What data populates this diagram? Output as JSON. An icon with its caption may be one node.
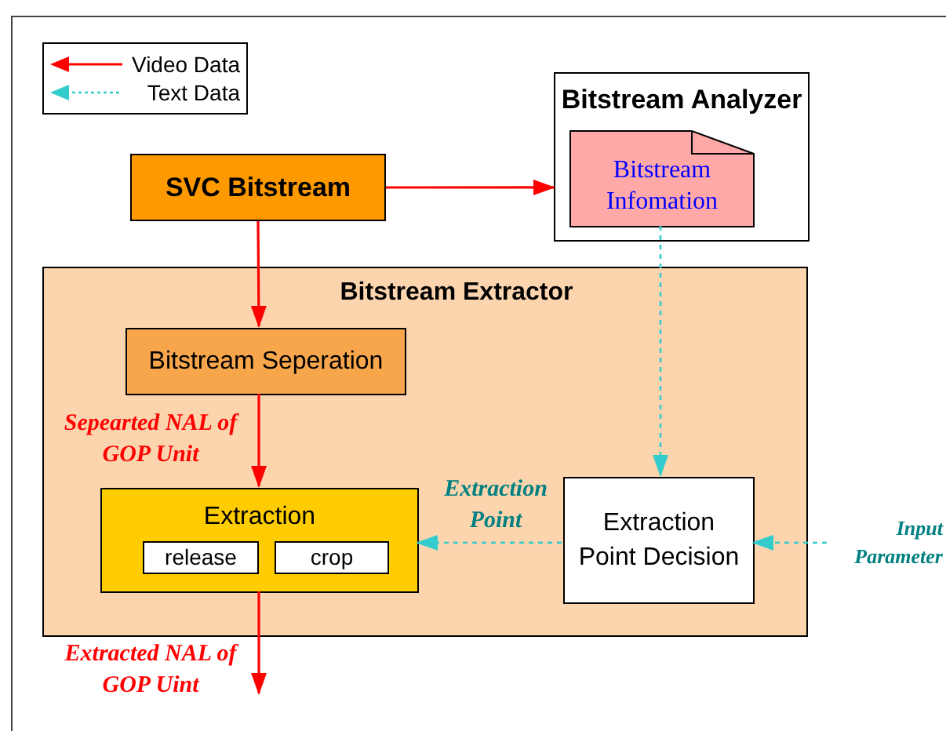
{
  "diagram": {
    "nodes": [
      {
        "text": [
          "SVC Bitstream"
        ]
      },
      {
        "text": [
          "Bitstream Analyzer"
        ]
      },
      {
        "text": [
          "Bitstream Infomation"
        ],
        "in": 1
      },
      {
        "text": [
          "Bitstream Extractor"
        ]
      },
      {
        "text": [
          "Bitstream Seperation"
        ],
        "in": 3
      },
      {
        "text": [
          "Extraction"
        ],
        "in": 3
      },
      {
        "text": [
          "release"
        ],
        "in": 5
      },
      {
        "text": [
          "crop"
        ],
        "in": 5
      },
      {
        "text": [
          "Extraction Point Decision"
        ],
        "in": 3
      },
      {
        "text": [
          "Input Parameter"
        ]
      }
    ],
    "edges": [
      {
        "from": 0,
        "to": 1,
        "arrow": "to"
      },
      {
        "from": 0,
        "to": 4,
        "arrow": "to"
      },
      {
        "from": 2,
        "to": 8,
        "arrow": "to",
        "style": "dashed",
        "color": "#33cccc"
      },
      {
        "from": 4,
        "to": 5,
        "arrow": "to",
        "label": "Sepearted NAL of GOP Unit"
      },
      {
        "from": 8,
        "to": 5,
        "arrow": "to",
        "style": "dashed",
        "color": "#33cccc",
        "label": "Extraction Point"
      },
      {
        "from": 9,
        "to": 8,
        "arrow": "to",
        "style": "dashed",
        "color": "#33cccc"
      },
      {
        "from": 5,
        "to": null,
        "arrow": "to",
        "label": "Extracted NAL of GOP Uint"
      }
    ],
    "legend": [
      {
        "text": "Video Data"
      },
      {
        "text": "Text Data"
      }
    ]
  }
}
